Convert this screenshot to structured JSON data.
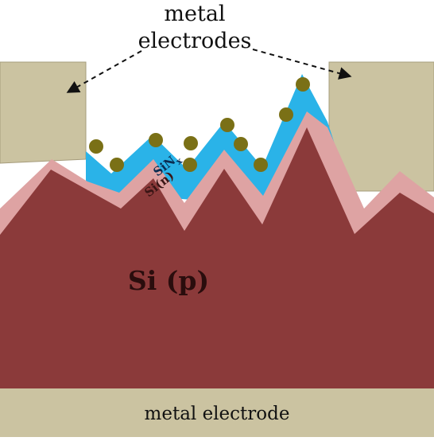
{
  "labels": {
    "top_electrodes_line1": "metal",
    "top_electrodes_line2": "electrodes",
    "passivation": "SiN",
    "passivation_subscript": "x",
    "emitter": "Si(n)",
    "base": "Si (p)",
    "bottom_electrode": "metal electrode"
  },
  "colors": {
    "base_si_p": "#8b3a3a",
    "emitter_si_n": "#dea3a3",
    "sinx": "#2ab3e8",
    "metal": "#cbc3a1",
    "metal_outline": "#a69c7c",
    "nanoparticle": "#7a7016",
    "text_dark": "#111111",
    "base_label": "#2a0d0d",
    "sinx_label": "#0b2d52",
    "emitter_label": "#3a1515"
  }
}
